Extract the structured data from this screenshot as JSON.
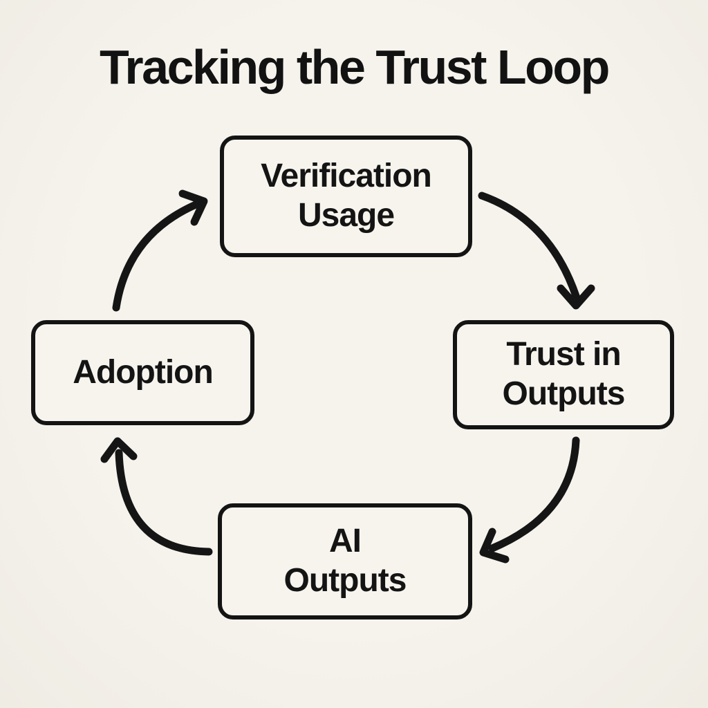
{
  "title": "Tracking the Trust Loop",
  "diagram_type": "cycle",
  "colors": {
    "background": "#f4f1ea",
    "node_fill": "#f7f4ee",
    "stroke": "#141414",
    "text": "#141414"
  },
  "nodes": [
    {
      "id": "verification-usage",
      "lines": [
        "Verification",
        "Usage"
      ]
    },
    {
      "id": "trust-in-outputs",
      "lines": [
        "Trust in",
        "Outputs"
      ]
    },
    {
      "id": "ai-outputs",
      "lines": [
        "AI",
        "Outputs"
      ]
    },
    {
      "id": "adoption",
      "lines": [
        "Adoption"
      ]
    }
  ],
  "arrows": [
    {
      "from": "verification-usage",
      "to": "trust-in-outputs",
      "direction": "clockwise"
    },
    {
      "from": "trust-in-outputs",
      "to": "ai-outputs",
      "direction": "clockwise"
    },
    {
      "from": "ai-outputs",
      "to": "adoption",
      "direction": "clockwise"
    },
    {
      "from": "adoption",
      "to": "verification-usage",
      "direction": "clockwise"
    }
  ]
}
